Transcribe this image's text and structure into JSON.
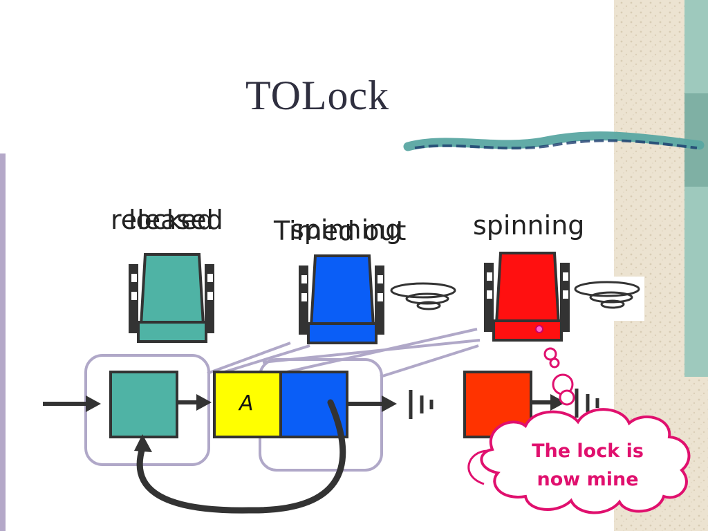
{
  "title": "TOLock",
  "thread_labels": {
    "left_a": "released",
    "left_b": "locked",
    "middle_a": "Timed out",
    "middle_b": "spinning",
    "right": "spinning"
  },
  "node_label": "A",
  "bubble": {
    "line1": "The lock is",
    "line2": "now mine"
  },
  "colors": {
    "teal": "#4fb3a5",
    "blue": "#0a5ef7",
    "red": "#ff1010",
    "orange_red": "#ff3300",
    "yellow": "#ffff00",
    "bubble_pink": "#e0106e",
    "stroke": "#333333",
    "frame": "#b0a8c8"
  },
  "icons": [
    "chair-icon",
    "spinning-swirl-icon",
    "thought-bubble-icon",
    "arrow-icon",
    "ground-icon"
  ]
}
